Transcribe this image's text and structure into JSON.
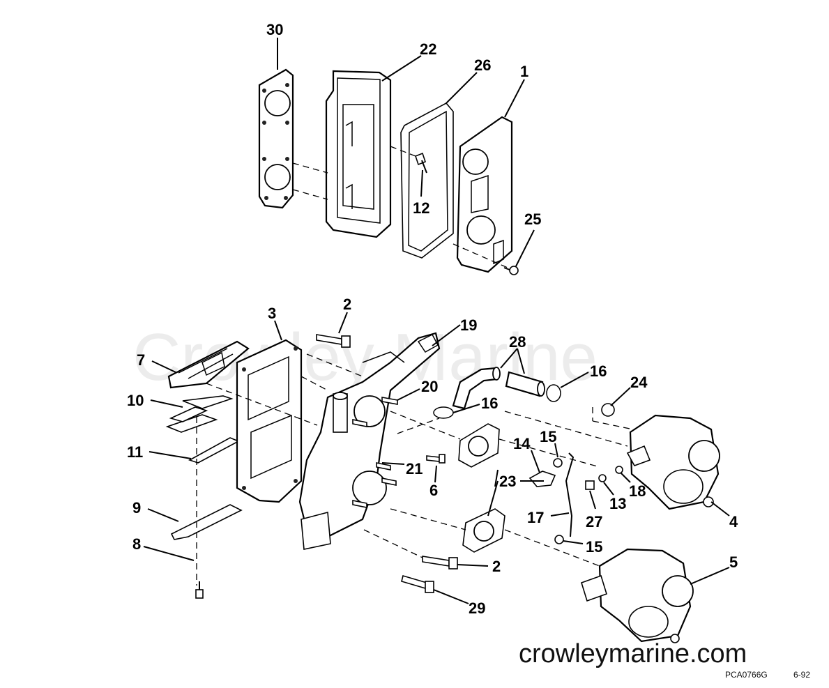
{
  "watermark": "Crowley Marine",
  "website": "crowleymarine.com",
  "drawing_code": "PCA0766G",
  "drawing_date": "6-92",
  "callouts": {
    "c30": "30",
    "c22": "22",
    "c26": "26",
    "c1": "1",
    "c12": "12",
    "c25": "25",
    "c2a": "2",
    "c19": "19",
    "c3": "3",
    "c28": "28",
    "c16a": "16",
    "c7": "7",
    "c20": "20",
    "c24": "24",
    "c10": "10",
    "c16b": "16",
    "c14": "14",
    "c15a": "15",
    "c11": "11",
    "c21": "21",
    "c23": "23",
    "c18": "18",
    "c6": "6",
    "c13": "13",
    "c9": "9",
    "c27": "27",
    "c4": "4",
    "c17": "17",
    "c8": "8",
    "c15b": "15",
    "c5": "5",
    "c2b": "2",
    "c29": "29"
  }
}
